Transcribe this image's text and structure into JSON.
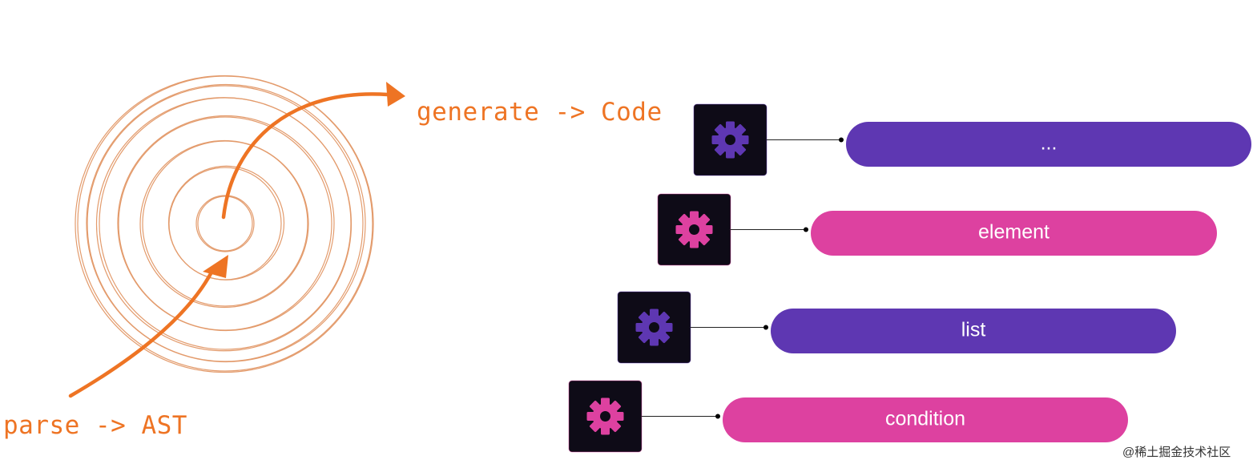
{
  "labels": {
    "generate": "generate -> Code",
    "parse": "parse -> AST"
  },
  "layers": [
    {
      "label": "...",
      "color": "#5e37b2",
      "gear_color": "#5e37b2"
    },
    {
      "label": "element",
      "color": "#dd41a0",
      "gear_color": "#dd41a0"
    },
    {
      "label": "list",
      "color": "#5e37b2",
      "gear_color": "#5e37b2"
    },
    {
      "label": "condition",
      "color": "#dd41a0",
      "gear_color": "#dd41a0"
    }
  ],
  "watermark": "@稀土掘金技术社区",
  "colors": {
    "arrow": "#ee7424",
    "rings": "#e39b6c",
    "icon_box": "#0e0b17",
    "connector": "#222222"
  },
  "icons": {
    "layer_icon": "gear-icon",
    "arrow_icon": "arrow-head-icon"
  }
}
